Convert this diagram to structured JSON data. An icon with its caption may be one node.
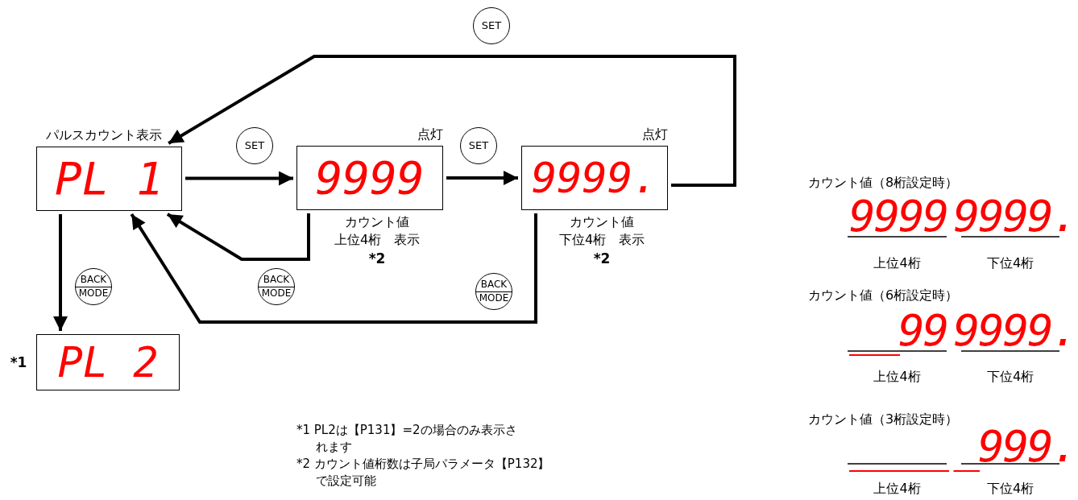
{
  "diagram": {
    "nodes": [
      {
        "text": [
          "パルスカウント表示",
          "PL 1"
        ]
      },
      {
        "text": [
          "点灯",
          "9999"
        ],
        "beside": [
          "カウント値",
          "上位4桁　表示",
          "*2"
        ]
      },
      {
        "text": [
          "点灯",
          "9999."
        ],
        "beside": [
          "カウント値",
          "下位4桁　表示",
          "*2"
        ]
      },
      {
        "text": [
          "PL 2"
        ],
        "beside": [
          "*1"
        ]
      },
      {
        "text": [
          "SET"
        ]
      },
      {
        "text": [
          "SET"
        ]
      },
      {
        "text": [
          "SET"
        ]
      },
      {
        "text": [
          "BACK",
          "MODE"
        ]
      },
      {
        "text": [
          "BACK",
          "MODE"
        ]
      },
      {
        "text": [
          "BACK",
          "MODE"
        ]
      }
    ],
    "edges": [
      {
        "from": 0,
        "to": 1,
        "arrow": "to"
      },
      {
        "from": 1,
        "to": 2,
        "arrow": "to"
      },
      {
        "from": 2,
        "to": 0,
        "arrow": "to"
      },
      {
        "from": 1,
        "to": 0,
        "arrow": "to"
      },
      {
        "from": 2,
        "to": 0,
        "arrow": "to"
      },
      {
        "from": 0,
        "to": 3,
        "arrow": "to"
      }
    ],
    "labels": [
      "カウント値（8桁設定時）",
      "9999",
      "9999.",
      "上位4桁",
      "下位4桁",
      "カウント値（6桁設定時）",
      "__99",
      "9999.",
      "上位4桁",
      "下位4桁",
      "カウント値（3桁設定時）",
      "____",
      "_999.",
      "上位4桁",
      "下位4桁",
      "*1 PL2は【P131】=2の場合のみ表示されます",
      "*2 カウント値桁数は子局パラメータ【P132】で設定可能"
    ]
  }
}
